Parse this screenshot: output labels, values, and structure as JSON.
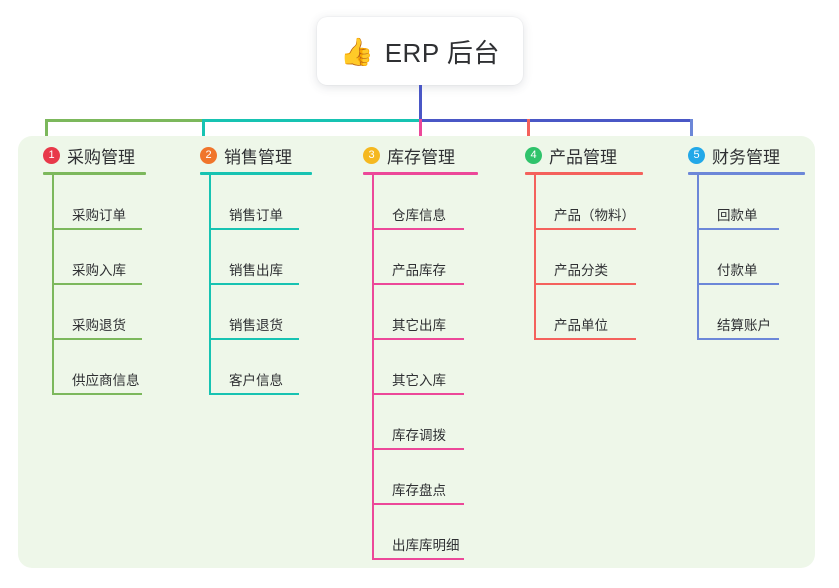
{
  "root": {
    "icon": "thumbs-up-icon",
    "icon_glyph": "👍",
    "title": "ERP 后台"
  },
  "palette": {
    "panel_bg": "#eef7e9",
    "root_line": "#4a57c6",
    "col1_line": "#7cb85c",
    "col2_line": "#17c3b2",
    "col3_line": "#ec4899",
    "col4_line": "#f4615c",
    "col5_line": "#6c87d8",
    "badge1": "#e8394a",
    "badge2": "#f0752b",
    "badge3": "#f5b820",
    "badge4": "#2fc36b",
    "badge5": "#22a8e8"
  },
  "columns": [
    {
      "badge": "1",
      "badge_color": "#e8394a",
      "line_color": "#7cb85c",
      "title": "采购管理",
      "items": [
        "采购订单",
        "采购入库",
        "采购退货",
        "供应商信息"
      ]
    },
    {
      "badge": "2",
      "badge_color": "#f0752b",
      "line_color": "#17c3b2",
      "title": "销售管理",
      "items": [
        "销售订单",
        "销售出库",
        "销售退货",
        "客户信息"
      ]
    },
    {
      "badge": "3",
      "badge_color": "#f5b820",
      "line_color": "#ec4899",
      "title": "库存管理",
      "items": [
        "仓库信息",
        "产品库存",
        "其它出库",
        "其它入库",
        "库存调拨",
        "库存盘点",
        "出库库明细"
      ]
    },
    {
      "badge": "4",
      "badge_color": "#2fc36b",
      "line_color": "#f4615c",
      "title": "产品管理",
      "items": [
        "产品（物料）",
        "产品分类",
        "产品单位"
      ]
    },
    {
      "badge": "5",
      "badge_color": "#22a8e8",
      "line_color": "#6c87d8",
      "title": "财务管理",
      "items": [
        "回款单",
        "付款单",
        "结算账户"
      ]
    }
  ]
}
